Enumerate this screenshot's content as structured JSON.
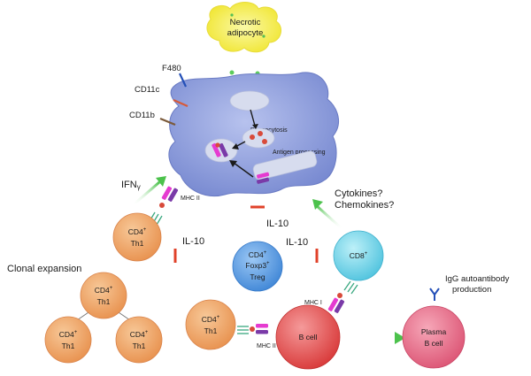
{
  "colors": {
    "macrophage": "#8b9bd8",
    "t_cell": "#f0a060",
    "treg": "#5b9be0",
    "cd8": "#6fd0e6",
    "b_cell": "#e24a4a",
    "plasma": "#e46a86",
    "necrotic": "#f3ef3a",
    "inhibit": "#e0422a",
    "activate": "#66cc66",
    "mhc_magenta": "#e53bd0",
    "mhc_purple": "#7a3aa8"
  },
  "necrotic": {
    "line1": "Necrotic",
    "line2": "adipocyte"
  },
  "receptors": {
    "f480": "F480",
    "cd11c": "CD11c",
    "cd11b": "CD11b"
  },
  "macrophage": {
    "phagocytosis": "Phagocytosis",
    "antigen_processing": "Antigen processing"
  },
  "ifng": {
    "base": "IFN",
    "greek": "γ"
  },
  "mhc": {
    "mhc2_top": "MHC II",
    "mhc1": "MHC I",
    "mhc2_bottom": "MHC II"
  },
  "il10": {
    "top": "IL-10",
    "left": "IL-10",
    "right": "IL-10"
  },
  "cytokines": {
    "line1": "Cytokines?",
    "line2": "Chemokines?"
  },
  "clonal": "Clonal expansion",
  "th1": {
    "cd4": "CD4",
    "sup": "+",
    "label": "Th1"
  },
  "treg": {
    "cd4": "CD4",
    "foxp3": "Foxp3",
    "sup": "+",
    "label": "Treg"
  },
  "cd8": {
    "label": "CD8",
    "sup": "+"
  },
  "bcell": "B cell",
  "plasma": {
    "line1": "Plasma",
    "line2": "B cell"
  },
  "igg": {
    "line1": "IgG autoantibody",
    "line2": "production"
  },
  "icons": [
    "antibody-icon",
    "mhc-molecule-icon",
    "tcr-icon",
    "antigen-peptide-icon"
  ]
}
